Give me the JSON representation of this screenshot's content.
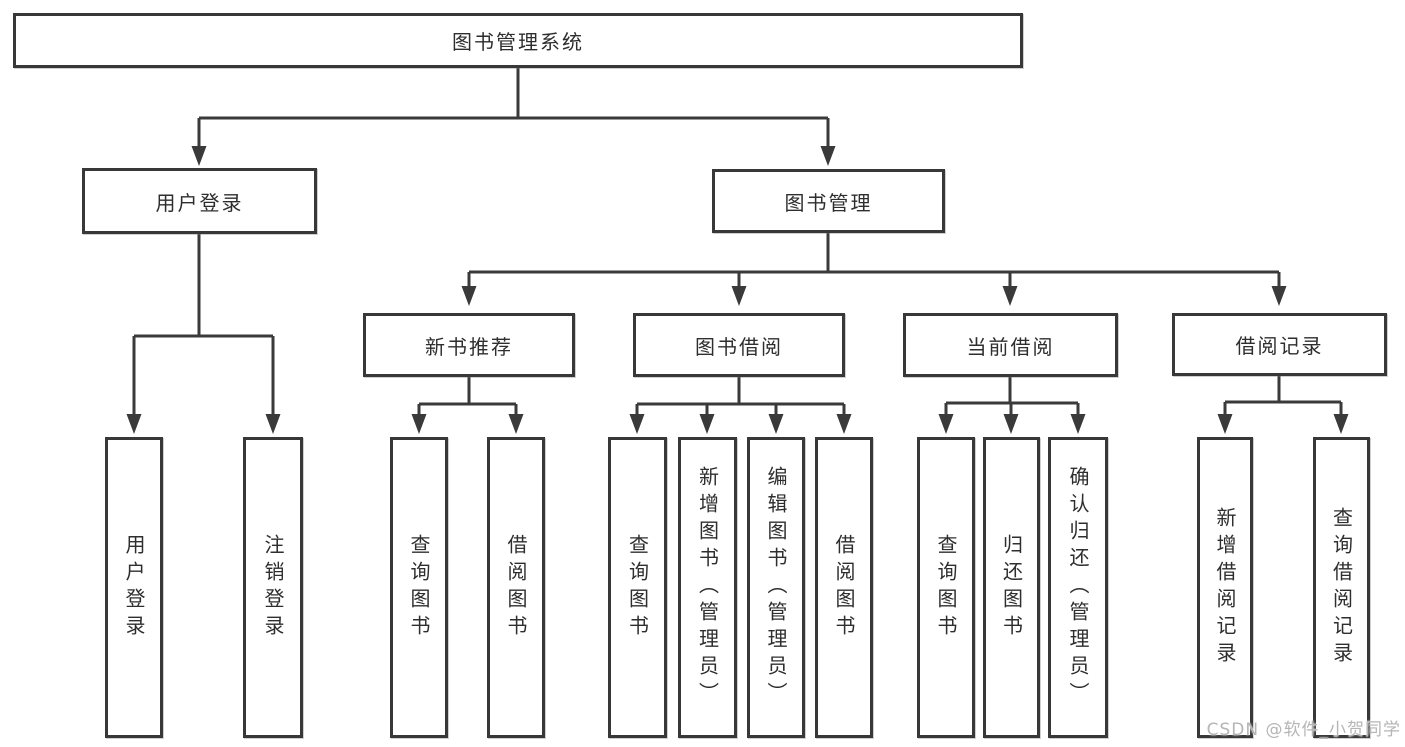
{
  "diagram": {
    "title": "图书管理系统",
    "colors": {
      "line": "#3a3a3a",
      "box_border": "#383838",
      "box_background": "#ffffff",
      "text": "#2e2e2e",
      "watermark": "#b5b5b5"
    },
    "tree": {
      "label": "图书管理系统",
      "children": [
        {
          "label": "用户登录",
          "children": [
            {
              "label": "用户登录"
            },
            {
              "label": "注销登录"
            }
          ]
        },
        {
          "label": "图书管理",
          "children": [
            {
              "label": "新书推荐",
              "children": [
                {
                  "label": "查询图书"
                },
                {
                  "label": "借阅图书"
                }
              ]
            },
            {
              "label": "图书借阅",
              "children": [
                {
                  "label": "查询图书"
                },
                {
                  "label": "新增图书（管理员）"
                },
                {
                  "label": "编辑图书（管理员）"
                },
                {
                  "label": "借阅图书"
                }
              ]
            },
            {
              "label": "当前借阅",
              "children": [
                {
                  "label": "查询图书"
                },
                {
                  "label": "归还图书"
                },
                {
                  "label": "确认归还（管理员）"
                }
              ]
            },
            {
              "label": "借阅记录",
              "children": [
                {
                  "label": "新增借阅记录"
                },
                {
                  "label": "查询借阅记录"
                }
              ]
            }
          ]
        }
      ]
    },
    "watermark": "CSDN @软件_小贺同学"
  }
}
